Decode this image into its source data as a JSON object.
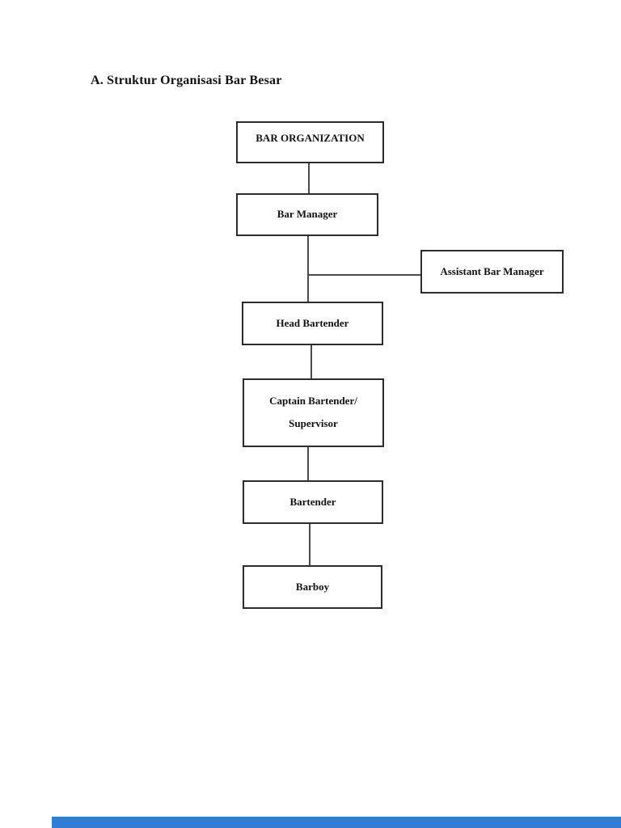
{
  "page": {
    "background_color": "#ffffff",
    "heading": "A. Struktur Organisasi Bar Besar"
  },
  "org_chart": {
    "box_border_color": "#2b2b2b",
    "box_fill_color": "#ffffff",
    "connector_color": "#4a4a4a",
    "text_color": "#111111",
    "nodes": {
      "bar_organization": {
        "label": "BAR ORGANIZATION"
      },
      "bar_manager": {
        "label": "Bar Manager"
      },
      "assistant_bar_manager": {
        "label": "Assistant Bar Manager"
      },
      "captain_bartender_supervisor": {
        "line1": "Captain Bartender/",
        "line2": "Supervisor"
      },
      "head_bartender": {
        "label": "Head Bartender"
      },
      "bartender": {
        "label": "Bartender"
      },
      "barboy": {
        "label": "Barboy"
      }
    },
    "edges": [
      {
        "from": "bar_organization",
        "to": "bar_manager"
      },
      {
        "from": "bar_manager",
        "to": "assistant_bar_manager"
      },
      {
        "from": "bar_manager",
        "to": "head_bartender"
      },
      {
        "from": "head_bartender",
        "to": "captain_bartender_supervisor"
      },
      {
        "from": "captain_bartender_supervisor",
        "to": "bartender"
      },
      {
        "from": "bartender",
        "to": "barboy"
      }
    ]
  },
  "viewer": {
    "next_page_edge_color": "#2e7dd2"
  }
}
